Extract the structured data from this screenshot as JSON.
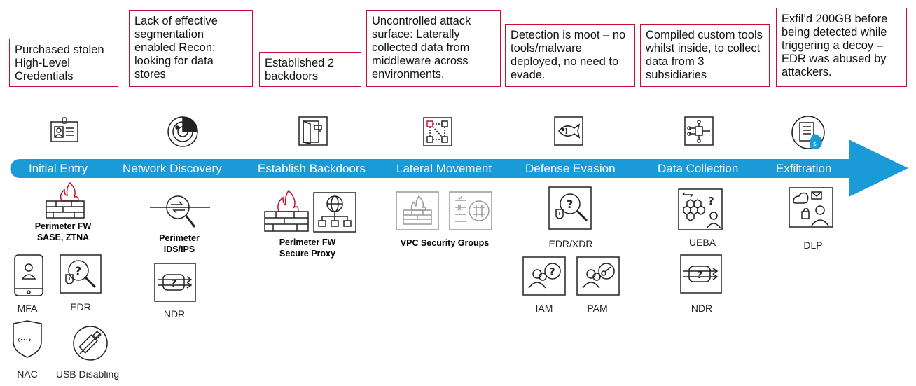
{
  "notes": [
    "Purchased stolen High-Level Credentials",
    "Lack of effective segmentation enabled Recon: looking for data stores",
    "Established 2 backdoors",
    "Uncontrolled attack surface: Laterally collected data from middleware across environments.",
    "Detection is moot – no tools/malware deployed, no need to evade.",
    "Compiled custom tools whilst inside, to collect data from 3 subsidiaries",
    "Exfil’d 200GB before being detected while triggering a decoy – EDR was abused by attackers."
  ],
  "stages": [
    "Initial Entry",
    "Network Discovery",
    "Establish Backdoors",
    "Lateral Movement",
    "Defense Evasion",
    "Data Collection",
    "Exfiltration"
  ],
  "controls": {
    "perimeter_fw_sase": "Perimeter FW\nSASE, ZTNA",
    "mfa": "MFA",
    "edr": "EDR",
    "nac": "NAC",
    "usb": "USB Disabling",
    "perimeter_ids": "Perimeter\nIDS/IPS",
    "ndr_1": "NDR",
    "perimeter_fw_proxy": "Perimeter FW\nSecure Proxy",
    "vpc": "VPC Security Groups",
    "edr_xdr": "EDR/XDR",
    "iam": "IAM",
    "pam": "PAM",
    "ueba": "UEBA",
    "ndr_2": "NDR",
    "dlp": "DLP"
  },
  "colors": {
    "accent_blue": "#1a9ad6",
    "note_border": "#c8102e"
  }
}
